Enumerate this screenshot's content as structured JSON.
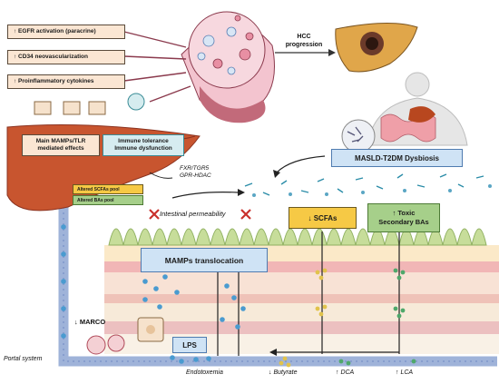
{
  "effects": [
    "↑ EGFR activation (paracrine)",
    "↑ CD34 neovascularization",
    "↑ Proinflammatory cytokines"
  ],
  "main_effects": {
    "line1": "Main MAMPs/TLR",
    "line2": "mediated effects"
  },
  "immune": {
    "line1": "Immune tolerance",
    "line2": "Immune dysfunction"
  },
  "hcc": {
    "line1": "HCC",
    "line2": "progression"
  },
  "receptors": {
    "line1": "FXR/TGR5",
    "line2": "GPR-HDAC"
  },
  "altered_scfas": "Altered SCFAs pool",
  "altered_bas": "Altered BAs pool",
  "permeability": "Intestinal permeability",
  "dysbiosis": "MASLD-T2DM Dysbiosis",
  "scfas": "↓ SCFAs",
  "toxic_bas": {
    "line1": "↑ Toxic",
    "line2": "Secondary BAs"
  },
  "mamps": "MAMPs translocation",
  "lps": "LPS",
  "marco": "↓ MARCO",
  "portal": "Portal system",
  "endotoxemia": "Endotoxemia",
  "butyrate": "↓ Butyrate",
  "dca": "↑ DCA",
  "lca": "↑ LCA",
  "colors": {
    "orange": "#fbe6d3",
    "blue": "#cfe3f5",
    "green": "#a6cf8a",
    "liver": "#c8552f",
    "portal": "#9fb3d9"
  }
}
